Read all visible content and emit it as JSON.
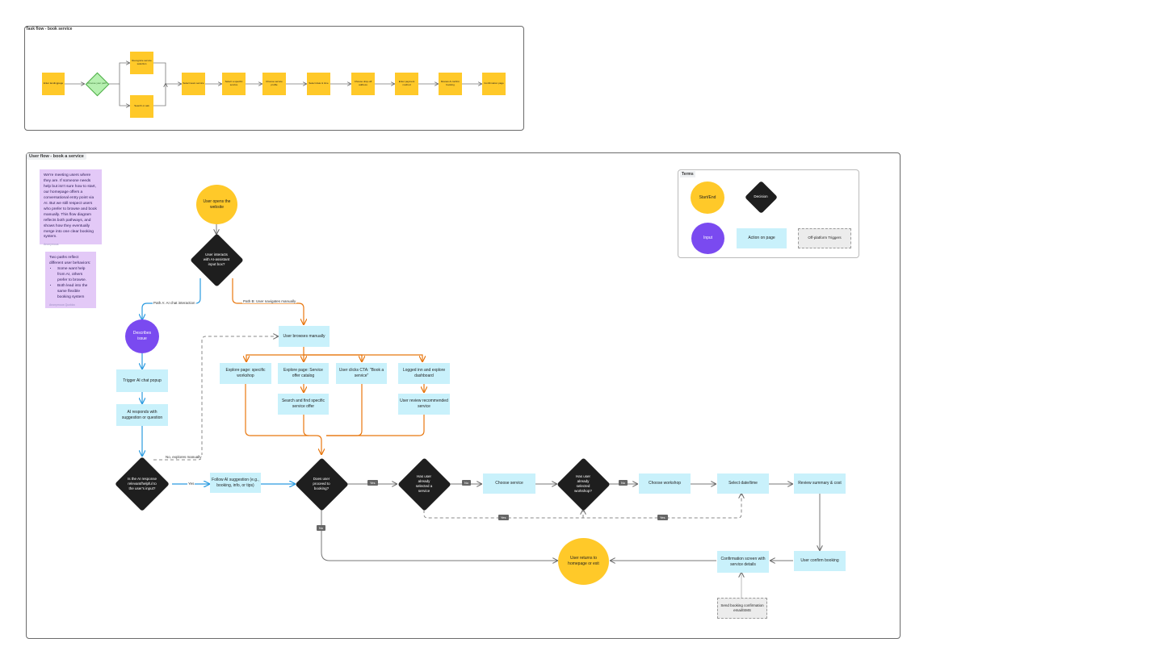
{
  "top_flow": {
    "title": "Task flow - book service",
    "nodes": [
      "Enter landingpage",
      "Choose your path",
      "Recognize service selection",
      "Search or ask",
      "Select team service",
      "Select a specific service",
      "Choose service profile",
      "Select date & time",
      "Choose drop-off address",
      "Enter payment method",
      "Review & confirm booking",
      "Confirmation page"
    ]
  },
  "main": {
    "title": "User flow - book a service",
    "note1": "We're meeting users where they are. If someone needs help but isn't sure how to start, our homepage offers a conversational entry point via AI. But we still respect users who prefer to browse and book manually. This flow diagram reflects both pathways, and shows how they eventually merge into one clear booking system.",
    "note1_author": "Anonymous",
    "note2_intro": "Two paths reflect different user behaviors:",
    "note2_items": [
      "Some want help from AI, others prefer to browse.",
      "Both lead into the same flexible booking system"
    ],
    "note2_author": "Anonymous Quokka",
    "start": "User opens the website",
    "decision_ai": "User interacts with AI-assistant input box?",
    "path_a": "Path A: AI chat interaction",
    "path_b": "Path B: User navigates manually",
    "describes": "Describes issue",
    "trigger": "Trigger AI chat popup",
    "ai_responds": "AI responds with suggestion or question",
    "decision_helpful": "Is the AI response relevant/helpful to the user's input?",
    "no_manual": "No, explores manually",
    "yes1": "Yes",
    "follow": "Follow AI suggestion (e.g., booking, info, or tips)",
    "browse": "User browses manually",
    "explore_workshop": "Explore page: specific workshop",
    "explore_catalog": "Explore page: Service offer catalog",
    "cta": "User clicks CTA: \"Book a service\"",
    "logged_in": "Logged inn and explore dashboard",
    "search_find": "Search and find specific service offer",
    "review_recommended": "User review recommended service",
    "decision_proceed": "Does user proceed to booking?",
    "yes2": "Yes",
    "no_proceed": "No",
    "decision_service": "Has user already selected a service",
    "no2": "No",
    "choose_service": "Choose service",
    "decision_workshop": "Has user already selected workshop?",
    "no3": "No",
    "choose_workshop": "Choose workshop",
    "select_date": "Select date/time",
    "review_summary": "Review summary & cost",
    "yes3": "Yes",
    "yes4": "Yes",
    "confirm": "User confirm booking",
    "confirmation_screen": "Confirmation screen with service details",
    "returns": "User returns to homepage or exit",
    "send_email": "Send booking confirmation email/SMS"
  },
  "terms": {
    "title": "Terms",
    "start_end": "Start/End",
    "decision": "Decision",
    "input": "Input",
    "action": "Action on page",
    "off_platform": "Off-platform Triggers"
  },
  "colors": {
    "start": "#ffc929",
    "action": "#c9f1fb",
    "input": "#7a4af0",
    "decision": "#1e1e1e",
    "path_a": "#2a9be0",
    "path_b": "#e8770f",
    "note": "#e3c9f7"
  }
}
